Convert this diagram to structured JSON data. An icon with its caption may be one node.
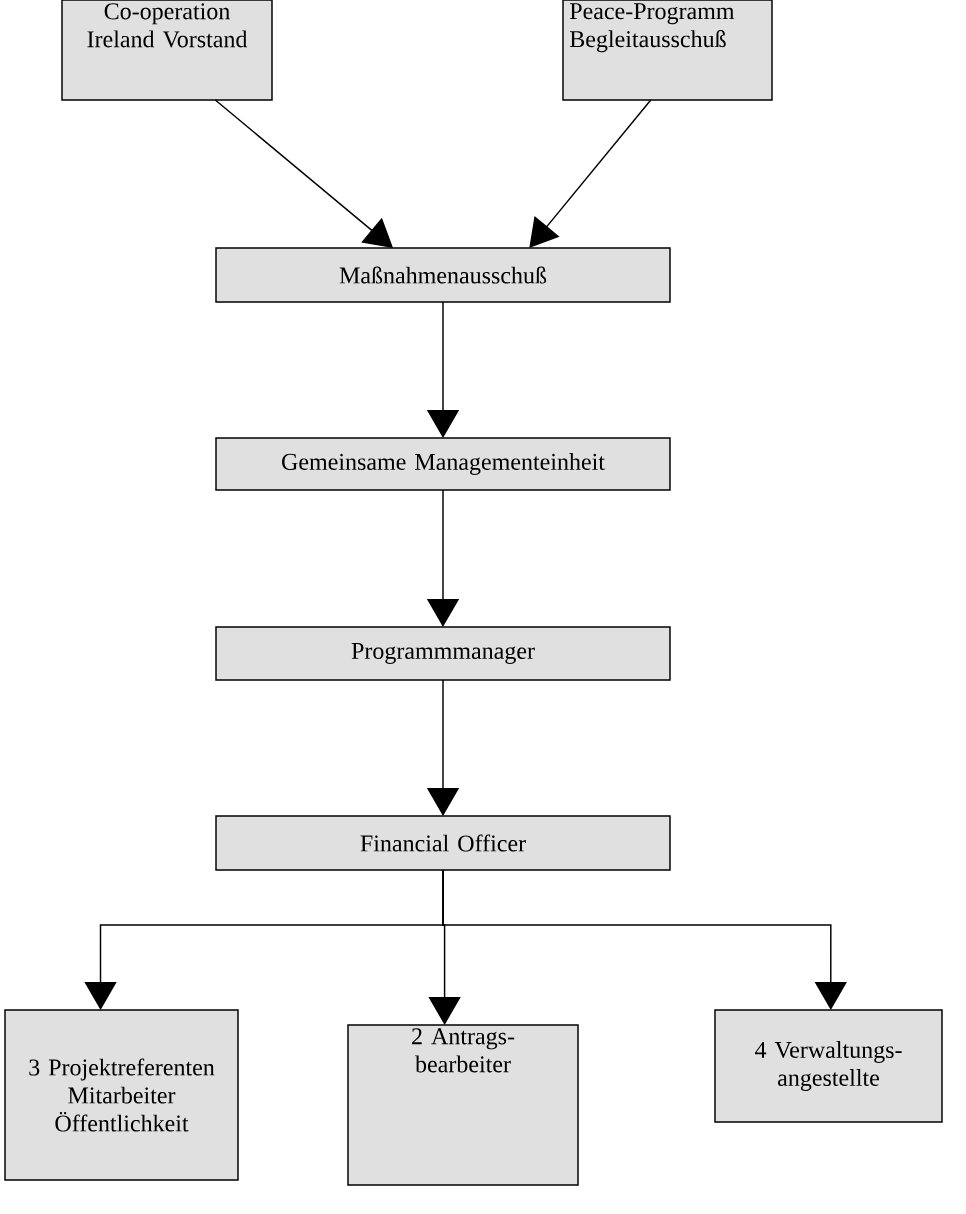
{
  "diagram": {
    "nodes": [
      {
        "text": [
          "Co-operation Ireland Vorstand"
        ]
      },
      {
        "text": [
          "Peace-Programm Begleitausschuß"
        ]
      },
      {
        "text": [
          "Maßnahmenausschuß"
        ]
      },
      {
        "text": [
          "Gemeinsame Managementeinheit"
        ]
      },
      {
        "text": [
          "Programmmanager"
        ]
      },
      {
        "text": [
          "Financial Officer"
        ]
      },
      {
        "text": [
          "3 Projektreferenten Mitarbeiter Öffentlichkeit"
        ]
      },
      {
        "text": [
          "2 Antrags- bearbeiter"
        ]
      },
      {
        "text": [
          "4 Verwaltungs- angestellte"
        ]
      }
    ],
    "edges": [
      {
        "from": 0,
        "to": 2,
        "arrow": "to"
      },
      {
        "from": 1,
        "to": 2,
        "arrow": "to"
      },
      {
        "from": 2,
        "to": 3,
        "arrow": "to"
      },
      {
        "from": 3,
        "to": 4,
        "arrow": "to"
      },
      {
        "from": 4,
        "to": 5,
        "arrow": "to"
      },
      {
        "from": 5,
        "to": 6,
        "arrow": "to"
      },
      {
        "from": 5,
        "to": 7,
        "arrow": "to"
      },
      {
        "from": 5,
        "to": 8,
        "arrow": "to"
      }
    ]
  }
}
